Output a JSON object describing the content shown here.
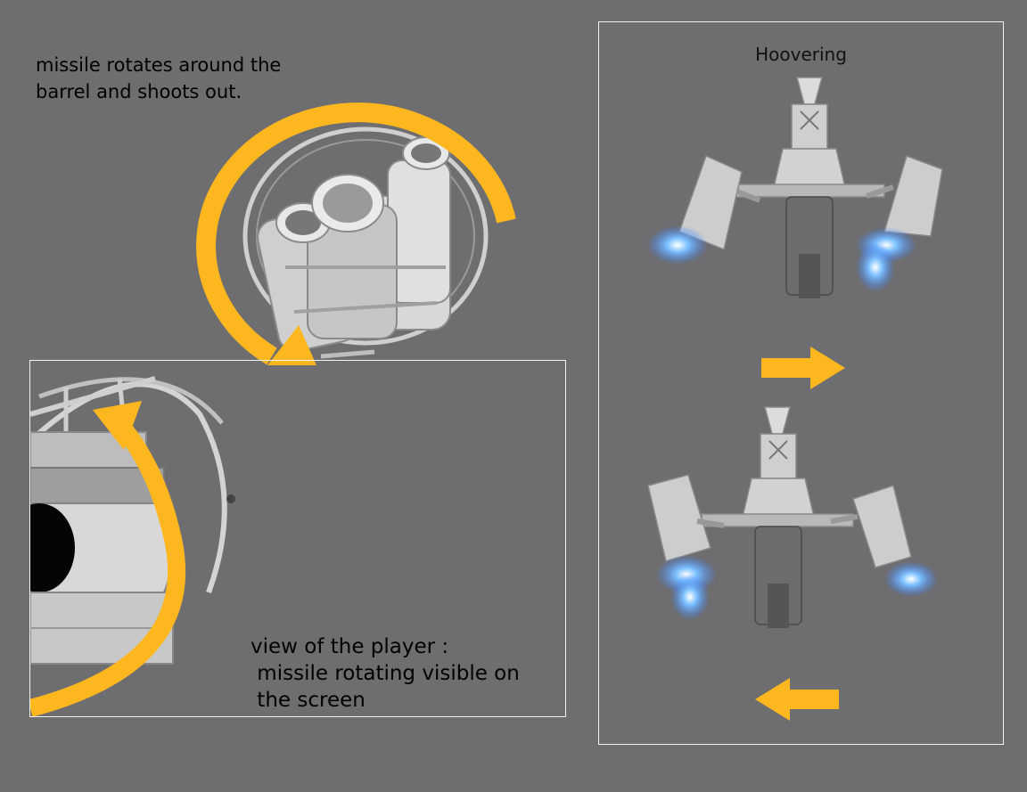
{
  "top_caption": {
    "line1": "missile rotates around the",
    "line2": "barrel and shoots out."
  },
  "player_view": {
    "line1": "view of the player :",
    "line2": " missile rotating visible on",
    "line3": " the screen"
  },
  "hover_panel": {
    "title": "Hoovering"
  },
  "colors": {
    "background": "#6e6e70",
    "arrow": "#ffb71f",
    "frame": "#f2f2f2",
    "thruster": "#5aaaff",
    "model": "#d6d6d6"
  },
  "icons": [
    "curved-rotation-arrow",
    "arrow-right",
    "arrow-left",
    "missile-launcher-model",
    "hover-drone-model",
    "thruster-glow"
  ]
}
